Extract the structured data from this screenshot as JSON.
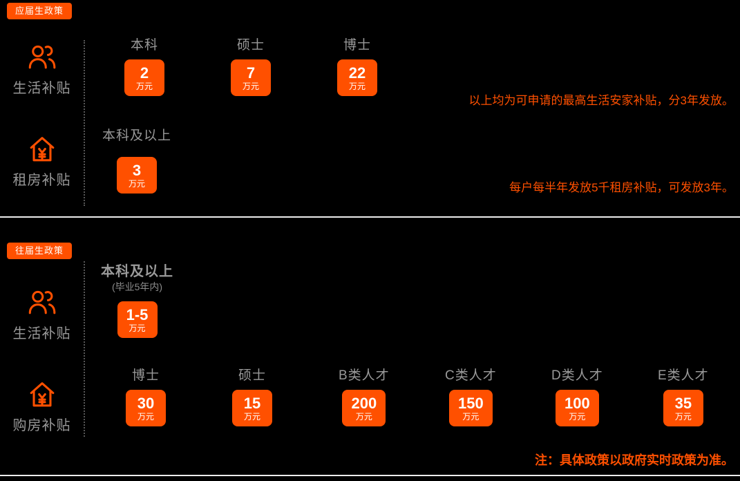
{
  "colors": {
    "accent": "#FF5000",
    "muted_text": "#999999",
    "background": "#000000",
    "divider": "#EDEDED"
  },
  "section_fresh": {
    "badge": "应届生政策",
    "living": {
      "label": "生活补贴",
      "icon": "people-care-icon",
      "columns": [
        {
          "header": "本科",
          "value": "2",
          "unit": "万元"
        },
        {
          "header": "硕士",
          "value": "7",
          "unit": "万元"
        },
        {
          "header": "博士",
          "value": "22",
          "unit": "万元"
        }
      ],
      "note": "以上均为可申请的最高生活安家补贴，分3年发放。"
    },
    "rent": {
      "label": "租房补贴",
      "icon": "house-yuan-icon",
      "column": {
        "header": "本科及以上",
        "value": "3",
        "unit": "万元"
      },
      "note": "每户每半年发放5千租房补贴，可发放3年。"
    }
  },
  "section_prev": {
    "badge": "往届生政策",
    "living": {
      "label": "生活补贴",
      "icon": "people-care-icon",
      "column": {
        "header": "本科及以上",
        "subheader": "(毕业5年内)",
        "value": "1-5",
        "unit": "万元"
      }
    },
    "purchase": {
      "label": "购房补贴",
      "icon": "house-yuan-icon",
      "columns": [
        {
          "header": "博士",
          "value": "30",
          "unit": "万元"
        },
        {
          "header": "硕士",
          "value": "15",
          "unit": "万元"
        },
        {
          "header": "B类人才",
          "value": "200",
          "unit": "万元"
        },
        {
          "header": "C类人才",
          "value": "150",
          "unit": "万元"
        },
        {
          "header": "D类人才",
          "value": "100",
          "unit": "万元"
        },
        {
          "header": "E类人才",
          "value": "35",
          "unit": "万元"
        }
      ]
    }
  },
  "footnote": "注：具体政策以政府实时政策为准。"
}
